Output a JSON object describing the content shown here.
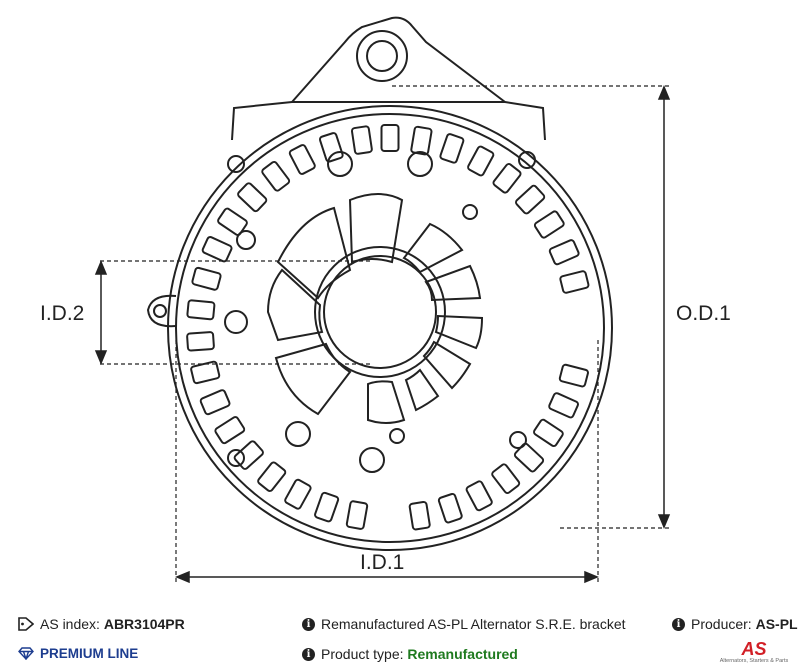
{
  "diagram": {
    "labels": {
      "id2": "I.D.2",
      "od1": "O.D.1",
      "id1": "I.D.1"
    }
  },
  "footer": {
    "as_index_label": "AS index:",
    "as_index_value": "ABR3104PR",
    "description": "Remanufactured AS-PL Alternator S.R.E. bracket",
    "producer_label": "Producer:",
    "producer_value": "AS-PL",
    "premium_line": "PREMIUM LINE",
    "product_type_label": "Product type:",
    "product_type_value": "Remanufactured",
    "logo_text": "AS",
    "logo_tagline": "Alternators, Starters & Parts"
  },
  "colors": {
    "premium": "#1d3d8f",
    "remanufactured": "#1f7a1f",
    "logo": "#d21f26",
    "line": "#222222"
  }
}
